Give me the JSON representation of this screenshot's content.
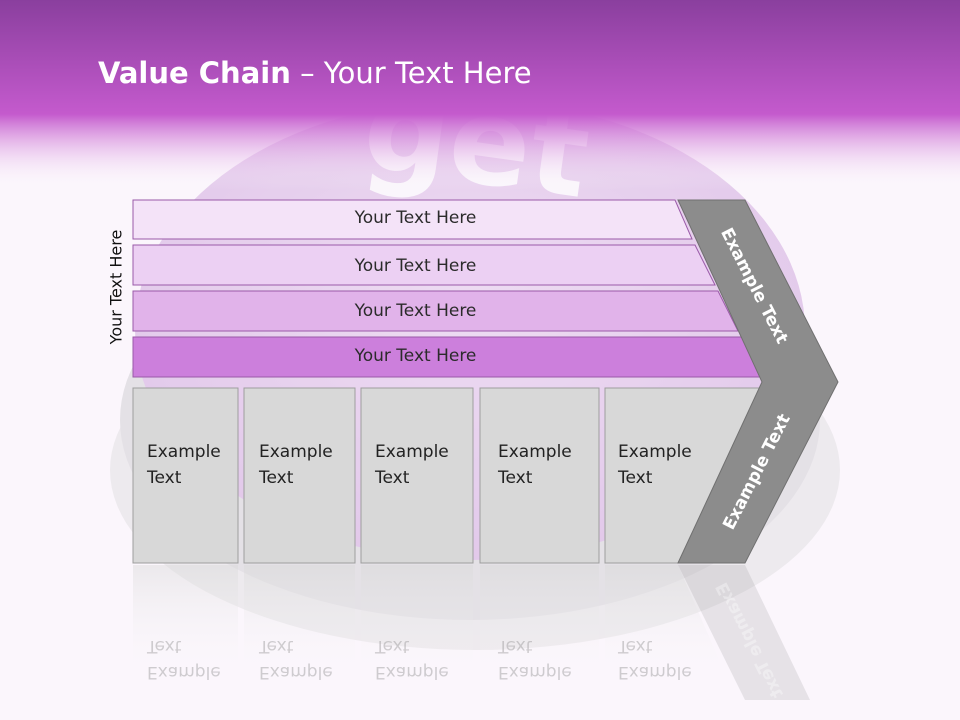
{
  "colors": {
    "header_top": "#8a3f9e",
    "header_mid": "#c45acd",
    "band1": "#f4e3f8",
    "band2": "#ecd0f3",
    "band3": "#e1b3ea",
    "band4": "#cc7fdc",
    "box_fill": "#d8d8d8",
    "arrow_fill": "#8c8c8c"
  },
  "header": {
    "title_bold": "Value Chain",
    "title_rest": " – Your Text Here"
  },
  "side_label": "Your Text Here",
  "bands": [
    {
      "label": "Your Text Here"
    },
    {
      "label": "Your Text Here"
    },
    {
      "label": "Your Text Here"
    },
    {
      "label": "Your Text Here"
    }
  ],
  "boxes": [
    {
      "line1": "Example",
      "line2": "Text"
    },
    {
      "line1": "Example",
      "line2": "Text"
    },
    {
      "line1": "Example",
      "line2": "Text"
    },
    {
      "line1": "Example",
      "line2": "Text"
    },
    {
      "line1": "Example",
      "line2": "Text"
    }
  ],
  "arrow": {
    "upper_label": "Example Text",
    "lower_label": "Example Text"
  },
  "background_watermark": "get"
}
